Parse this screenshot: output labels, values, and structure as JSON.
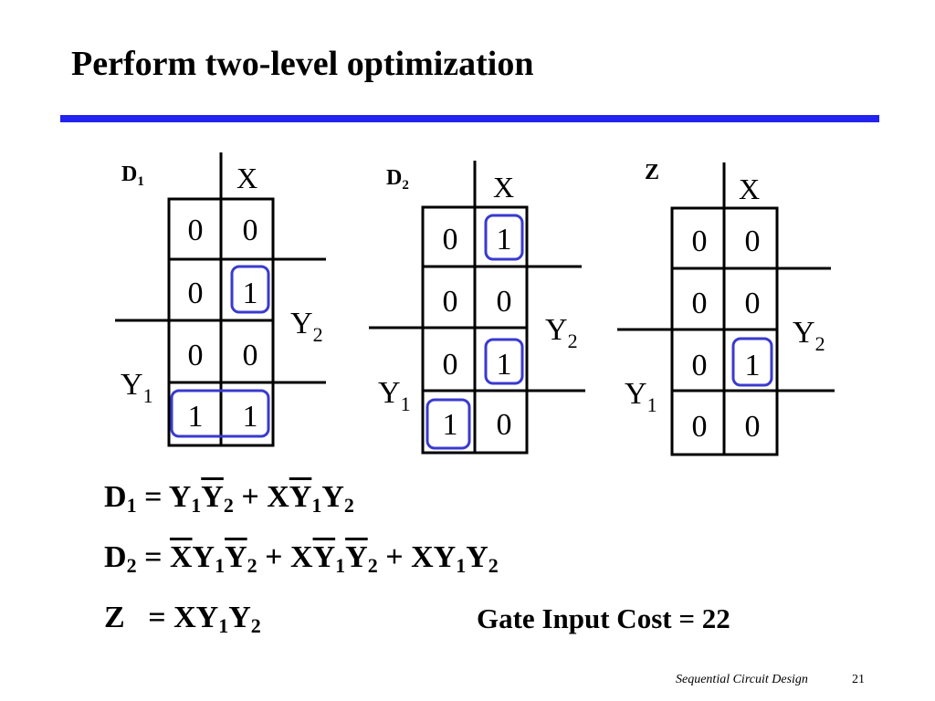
{
  "slide": {
    "title": "Perform two-level optimization",
    "accent_color": "#2323f0",
    "footer": "Sequential Circuit Design",
    "page_number": "21"
  },
  "kmaps": [
    {
      "label": "D",
      "label_sub": "1",
      "col_var": "X",
      "row_var_top": "Y",
      "row_var_top_sub": "2",
      "row_var_bottom": "Y",
      "row_var_bottom_sub": "1",
      "cells": [
        [
          "0",
          "0"
        ],
        [
          "0",
          "1"
        ],
        [
          "0",
          "0"
        ],
        [
          "1",
          "1"
        ]
      ],
      "loops": [
        "cell r1 c1",
        "row r3 c0-c1"
      ]
    },
    {
      "label": "D",
      "label_sub": "2",
      "col_var": "X",
      "row_var_top": "Y",
      "row_var_top_sub": "2",
      "row_var_bottom": "Y",
      "row_var_bottom_sub": "1",
      "cells": [
        [
          "0",
          "1"
        ],
        [
          "0",
          "0"
        ],
        [
          "0",
          "1"
        ],
        [
          "1",
          "0"
        ]
      ],
      "loops": [
        "cell r0 c1",
        "cell r2 c1",
        "cell r3 c0"
      ]
    },
    {
      "label": "Z",
      "label_sub": "",
      "col_var": "X",
      "row_var_top": "Y",
      "row_var_top_sub": "2",
      "row_var_bottom": "Y",
      "row_var_bottom_sub": "1",
      "cells": [
        [
          "0",
          "0"
        ],
        [
          "0",
          "0"
        ],
        [
          "0",
          "1"
        ],
        [
          "0",
          "0"
        ]
      ],
      "loops": [
        "cell r2 c1"
      ]
    }
  ],
  "equations": {
    "d1": {
      "lhs": "D",
      "lhs_sub": "1",
      "eq": "=",
      "t1_a": "Y",
      "t1_a_sub": "1",
      "t1_b": "Y",
      "t1_b_sub": "2",
      "plus": "+",
      "t2_x": "X",
      "t2_a": "Y",
      "t2_a_sub": "1",
      "t2_b": "Y",
      "t2_b_sub": "2"
    },
    "d2": {
      "lhs": "D",
      "lhs_sub": "2",
      "eq": "=",
      "t1_x": "X",
      "t1_a": "Y",
      "t1_a_sub": "1",
      "t1_b": "Y",
      "t1_b_sub": "2",
      "plus1": "+",
      "t2_x": "X",
      "t2_a": "Y",
      "t2_a_sub": "1",
      "t2_b": "Y",
      "t2_b_sub": "2",
      "plus2": "+",
      "t3_x": "X",
      "t3_a": "Y",
      "t3_a_sub": "1",
      "t3_b": "Y",
      "t3_b_sub": "2"
    },
    "z": {
      "lhs": "Z",
      "eq": "=",
      "t1_x": "X",
      "t1_a": "Y",
      "t1_a_sub": "1",
      "t1_b": "Y",
      "t1_b_sub": "2"
    }
  },
  "gate_input_cost": "Gate Input Cost = 22"
}
